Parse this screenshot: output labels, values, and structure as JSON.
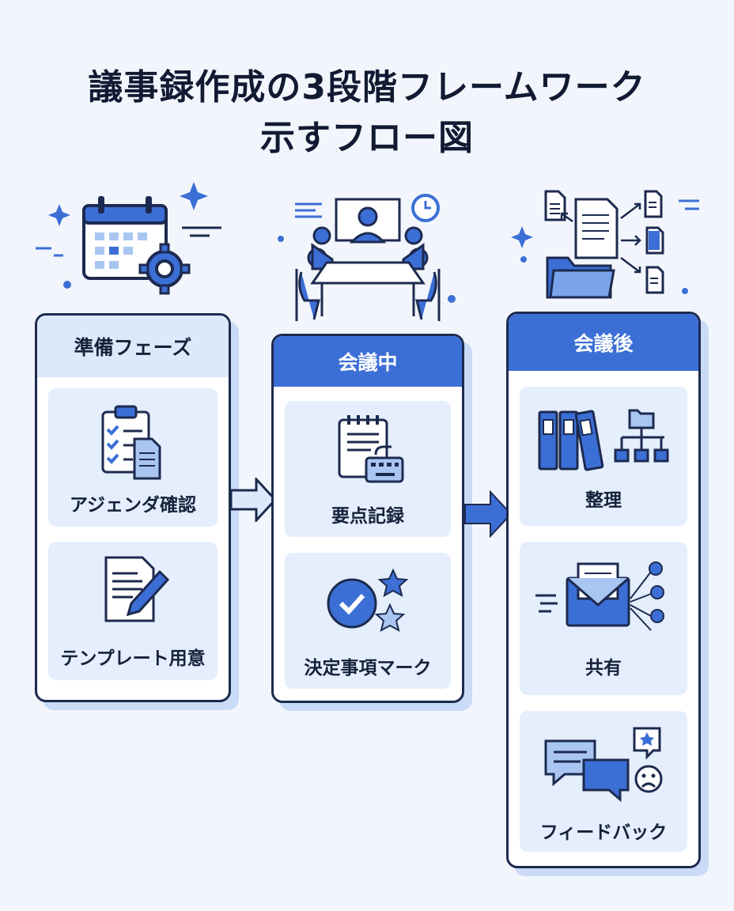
{
  "title": {
    "line1": "議事録作成の3段階フレームワーク",
    "line2": "示すフロー図"
  },
  "phases": [
    {
      "name": "準備フェーズ",
      "steps": [
        {
          "label": "アジェンダ確認",
          "icon": "checklist-icon"
        },
        {
          "label": "テンプレート用意",
          "icon": "document-pen-icon"
        }
      ]
    },
    {
      "name": "会議中",
      "steps": [
        {
          "label": "要点記録",
          "icon": "notepad-keyboard-icon"
        },
        {
          "label": "決定事項マーク",
          "icon": "check-star-icon"
        }
      ]
    },
    {
      "name": "会議後",
      "steps": [
        {
          "label": "整理",
          "icon": "binders-hierarchy-icon"
        },
        {
          "label": "共有",
          "icon": "envelope-share-icon"
        },
        {
          "label": "フィードバック",
          "icon": "chat-feedback-icon"
        }
      ]
    }
  ],
  "colors": {
    "accent": "#3c6fd6",
    "accent_light": "#dce9fb",
    "card_bg": "#e4eefc",
    "dark": "#1d2a4f",
    "background": "#f2f6fc"
  }
}
